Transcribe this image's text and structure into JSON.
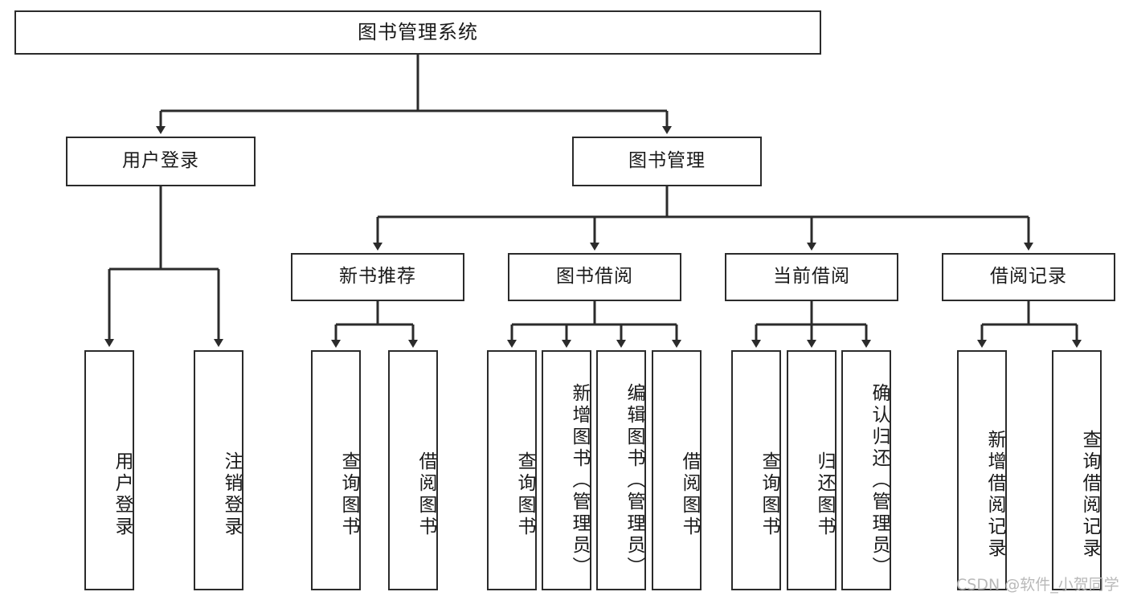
{
  "diagram": {
    "title": "图书管理系统",
    "type": "tree",
    "watermark": "CSDN @软件_小贺同学",
    "colors": {
      "stroke": "#2b2b2b",
      "node_fill": "#ffffff",
      "text": "#1a1a1a",
      "watermark": "#b9b9b9",
      "background": "#ffffff"
    },
    "levels": {
      "root": [
        "图书管理系统"
      ],
      "level2": [
        "用户登录",
        "图书管理"
      ],
      "level3": [
        "新书推荐",
        "图书借阅",
        "当前借阅",
        "借阅记录"
      ],
      "leaves": [
        "用户登录",
        "注销登录",
        "查询图书",
        "借阅图书",
        "查询图书",
        "新增图书（管理员）",
        "编辑图书（管理员）",
        "借阅图书",
        "查询图书",
        "归还图书",
        "确认归还（管理员）",
        "新增借阅记录",
        "查询借阅记录"
      ]
    }
  },
  "nodes": {
    "root": {
      "label": "图书管理系统"
    },
    "user_login": {
      "label": "用户登录"
    },
    "book_manage": {
      "label": "图书管理"
    },
    "new_book_rec": {
      "label": "新书推荐"
    },
    "book_borrow": {
      "label": "图书借阅"
    },
    "current_borrow": {
      "label": "当前借阅"
    },
    "borrow_record": {
      "label": "借阅记录"
    },
    "leaf_user_login": {
      "label": "用户登录"
    },
    "leaf_logout": {
      "label": "注销登录"
    },
    "leaf_query_book_1": {
      "label": "查询图书"
    },
    "leaf_borrow_book_1": {
      "label": "借阅图书"
    },
    "leaf_query_book_2": {
      "label": "查询图书"
    },
    "leaf_add_book": {
      "label": "新增图书（管理员）"
    },
    "leaf_edit_book": {
      "label": "编辑图书（管理员）"
    },
    "leaf_borrow_book_2": {
      "label": "借阅图书"
    },
    "leaf_query_book_3": {
      "label": "查询图书"
    },
    "leaf_return_book": {
      "label": "归还图书"
    },
    "leaf_confirm_return": {
      "label": "确认归还（管理员）"
    },
    "leaf_add_record": {
      "label": "新增借阅记录"
    },
    "leaf_query_record": {
      "label": "查询借阅记录"
    }
  }
}
